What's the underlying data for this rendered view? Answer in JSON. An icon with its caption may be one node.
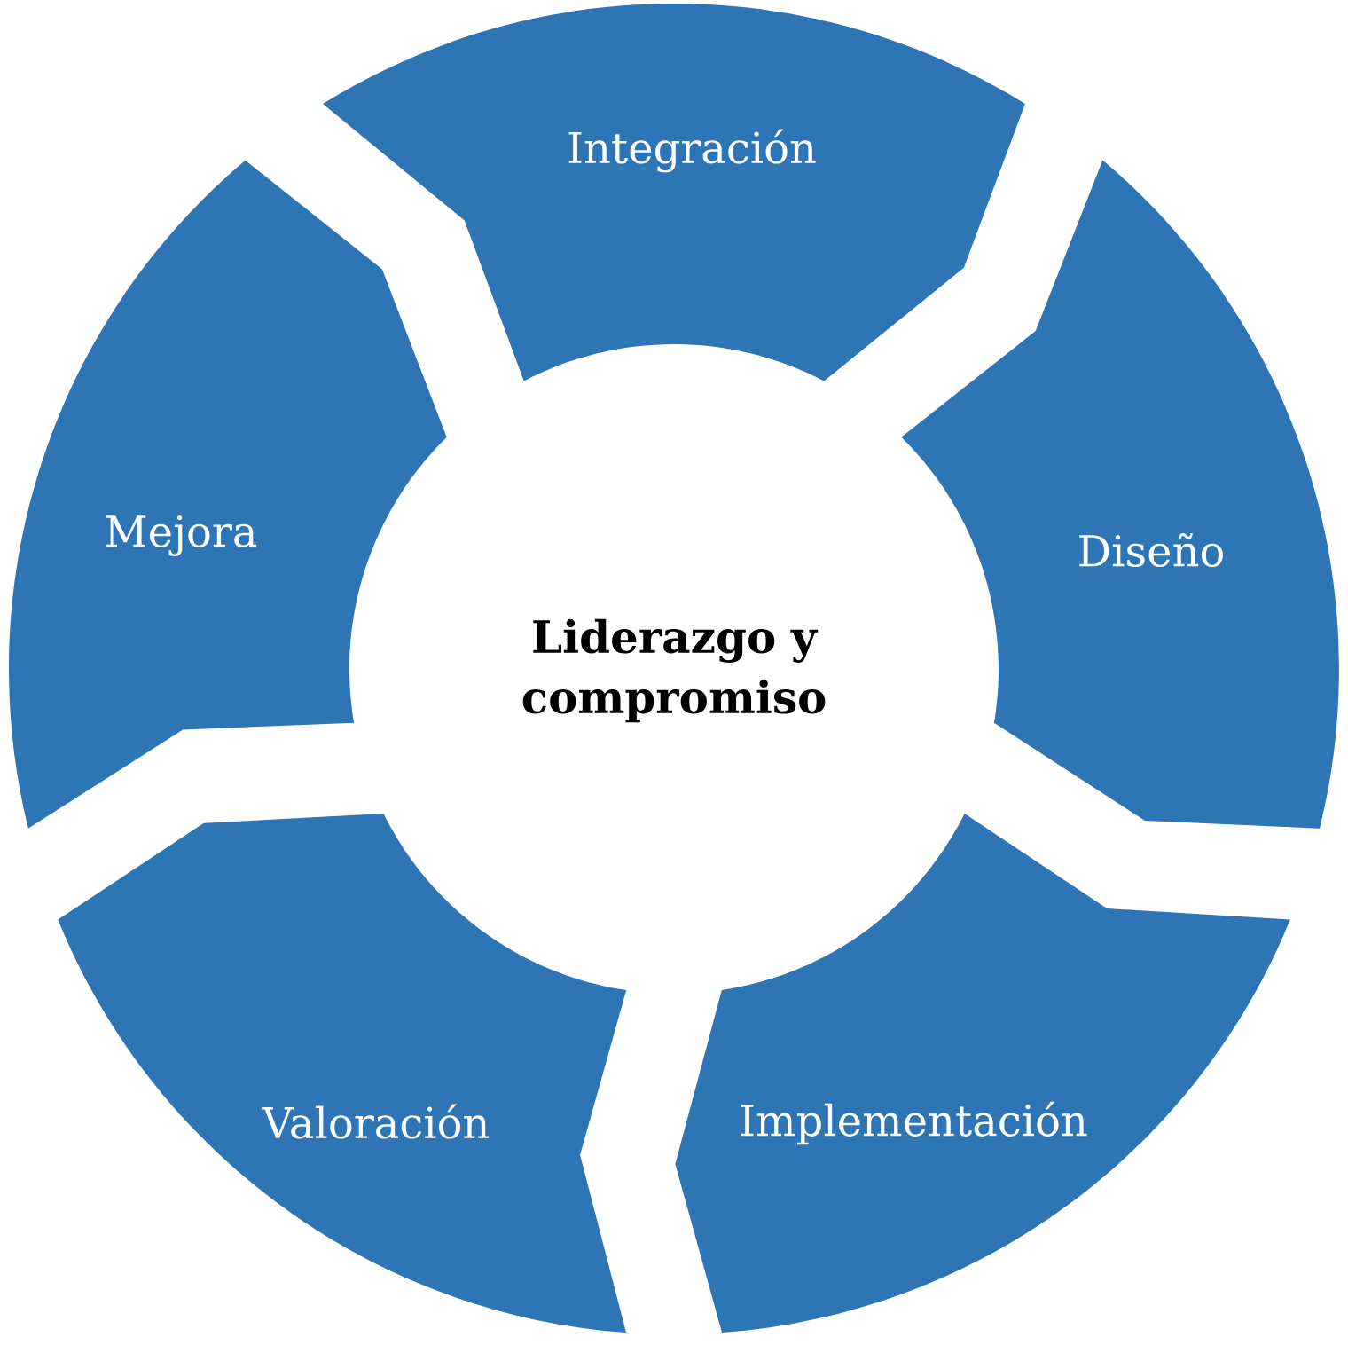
{
  "diagram": {
    "nodes": [
      {
        "text": [
          "Integración"
        ]
      },
      {
        "text": [
          "Diseño"
        ]
      },
      {
        "text": [
          "Implementación"
        ]
      },
      {
        "text": [
          "Valoración"
        ]
      },
      {
        "text": [
          "Mejora"
        ]
      },
      {
        "text": [
          "Liderazgo y compromiso"
        ]
      }
    ]
  }
}
